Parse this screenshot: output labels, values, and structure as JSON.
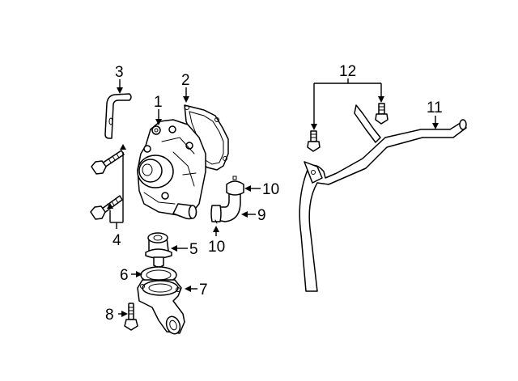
{
  "diagram": {
    "callouts": {
      "c1": "1",
      "c2": "2",
      "c3": "3",
      "c4": "4",
      "c5": "5",
      "c6": "6",
      "c7": "7",
      "c8": "8",
      "c9": "9",
      "c10a": "10",
      "c10b": "10",
      "c11": "11",
      "c12": "12"
    }
  }
}
